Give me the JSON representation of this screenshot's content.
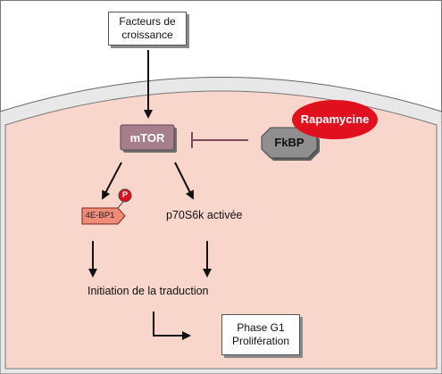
{
  "nodes": {
    "growth_factors": {
      "line1": "Facteurs de",
      "line2": "croissance"
    },
    "mtor": {
      "label": "mTOR"
    },
    "fkbp": {
      "label": "FkBP"
    },
    "rapamycin": {
      "label": "Rapamycine"
    },
    "bp1": {
      "label": "4E-BP1"
    },
    "phospho": {
      "label": "P"
    },
    "p70": {
      "label": "p70S6k activée"
    },
    "initiation": {
      "label": "Initiation de la traduction"
    },
    "outcome": {
      "line1": "Phase G1",
      "line2": "Prolifération"
    }
  },
  "colors": {
    "cytoplasm": "#f9d6cc",
    "membrane_band": "#e8e8e8",
    "mtor_fill": "#a77f8c",
    "fkbp_fill": "#8f8f8f",
    "rapamycin_fill": "#e0101e",
    "bp1_fill": "#ef8b78",
    "phospho_fill": "#e0101e",
    "inhibition_line": "#7a4a5c",
    "arrow": "#111111"
  }
}
